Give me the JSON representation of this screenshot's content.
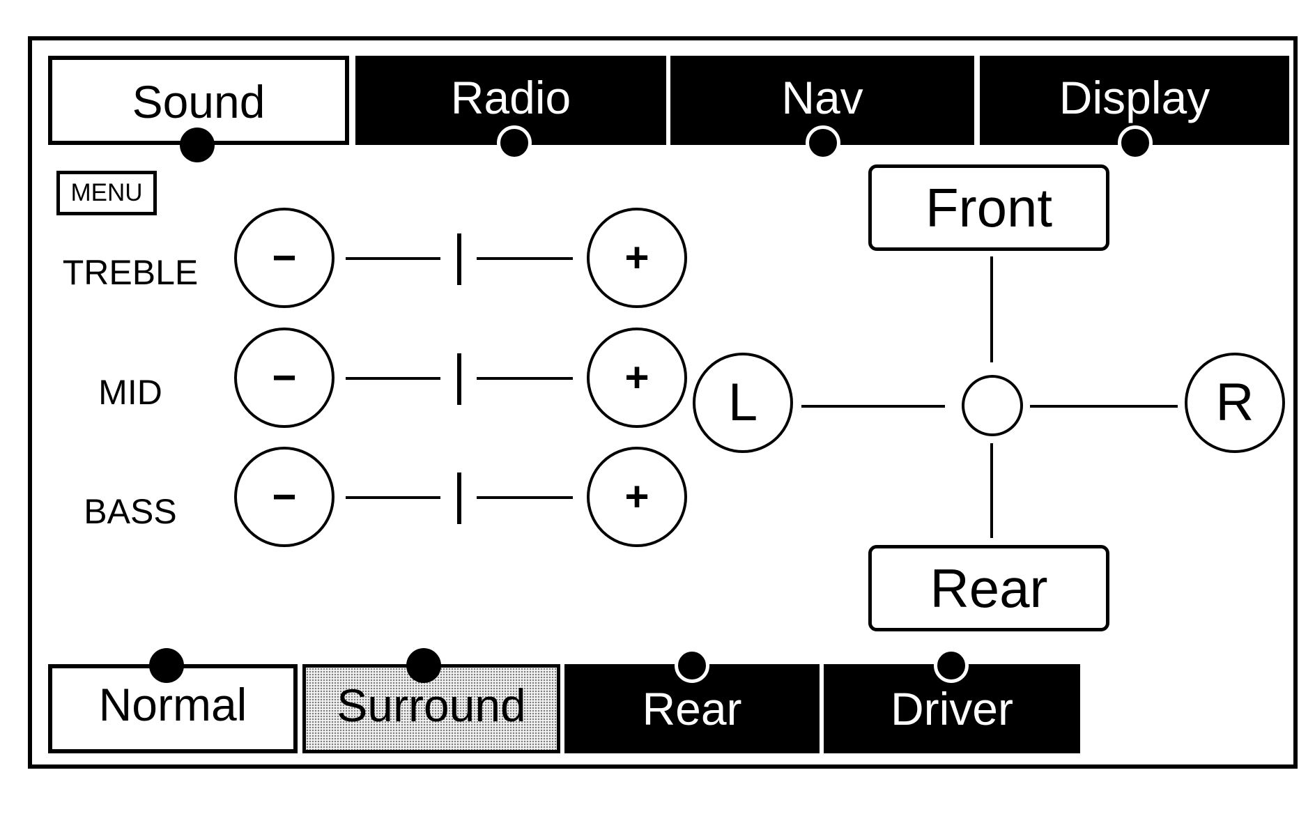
{
  "tabs": [
    {
      "label": "Sound",
      "state": "active"
    },
    {
      "label": "Radio",
      "state": "inactive"
    },
    {
      "label": "Nav",
      "state": "inactive"
    },
    {
      "label": "Display",
      "state": "inactive"
    }
  ],
  "menu_label": "MENU",
  "tone": {
    "minus_symbol": "−",
    "plus_symbol": "+",
    "rows": [
      {
        "label": "TREBLE",
        "level": 0
      },
      {
        "label": "MID",
        "level": 0
      },
      {
        "label": "BASS",
        "level": 0
      }
    ]
  },
  "fade_balance": {
    "front_label": "Front",
    "rear_label": "Rear",
    "left_label": "L",
    "right_label": "R"
  },
  "modes": [
    {
      "label": "Normal",
      "state": "active"
    },
    {
      "label": "Surround",
      "state": "dotted"
    },
    {
      "label": "Rear",
      "state": "inactive"
    },
    {
      "label": "Driver",
      "state": "inactive"
    }
  ]
}
